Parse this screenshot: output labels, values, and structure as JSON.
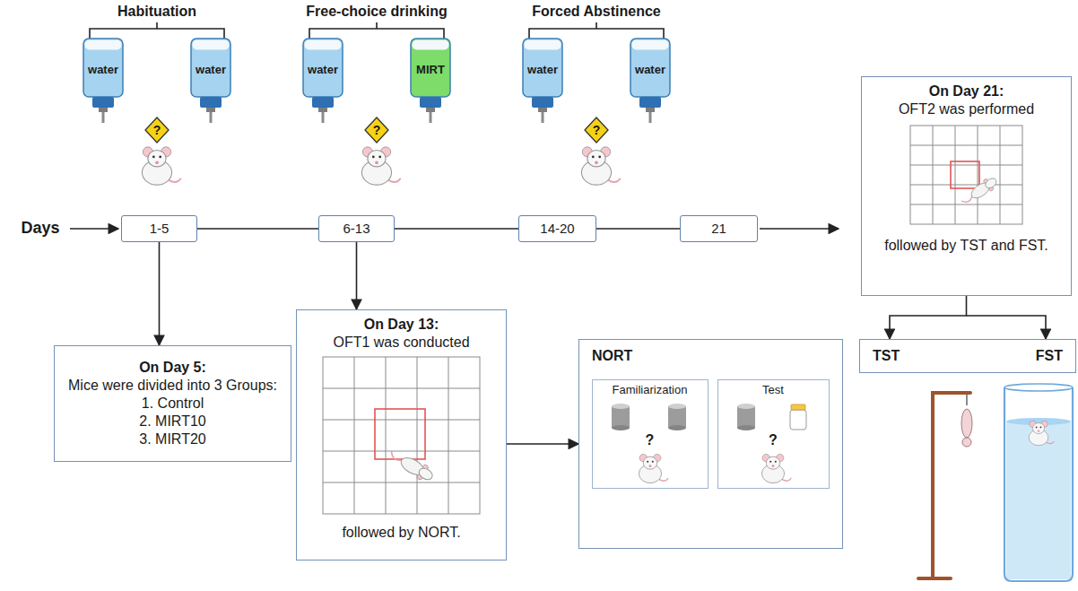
{
  "diagram": {
    "nodes": [
      {
        "text": [
          "1-5"
        ]
      },
      {
        "text": [
          "6-13"
        ]
      },
      {
        "text": [
          "14-20"
        ]
      },
      {
        "text": [
          "21"
        ]
      },
      {
        "text": [
          "On Day 5:",
          "Mice were divided into 3 Groups:",
          "1. Control",
          "2. MIRT10",
          "3. MIRT20"
        ]
      },
      {
        "text": [
          "On Day 13:",
          "OFT1 was conducted",
          "followed by NORT."
        ]
      },
      {
        "text": [
          "NORT"
        ]
      },
      {
        "text": [
          "Familiarization",
          "?"
        ],
        "in": 6
      },
      {
        "text": [
          "Test",
          "?"
        ],
        "in": 6
      },
      {
        "text": [
          "On Day 21:",
          "OFT2 was performed",
          "followed by TST and FST."
        ]
      },
      {
        "text": [
          "TST",
          "FST"
        ]
      }
    ],
    "edges": [
      {
        "from": 0,
        "to": 1,
        "arrow": "none"
      },
      {
        "from": 1,
        "to": 2,
        "arrow": "none"
      },
      {
        "from": 2,
        "to": 3,
        "arrow": "none"
      },
      {
        "from": 0,
        "to": 4,
        "arrow": "to"
      },
      {
        "from": 1,
        "to": 5,
        "arrow": "to"
      },
      {
        "from": 5,
        "to": 6,
        "arrow": "to"
      },
      {
        "from": 9,
        "to": 10,
        "arrow": "to"
      }
    ],
    "labels": [
      "Habituation",
      "Free-choice drinking",
      "Forced Abstinence",
      "water",
      "water",
      "water",
      "MIRT",
      "water",
      "water",
      "?",
      "?",
      "?",
      "Days"
    ]
  }
}
